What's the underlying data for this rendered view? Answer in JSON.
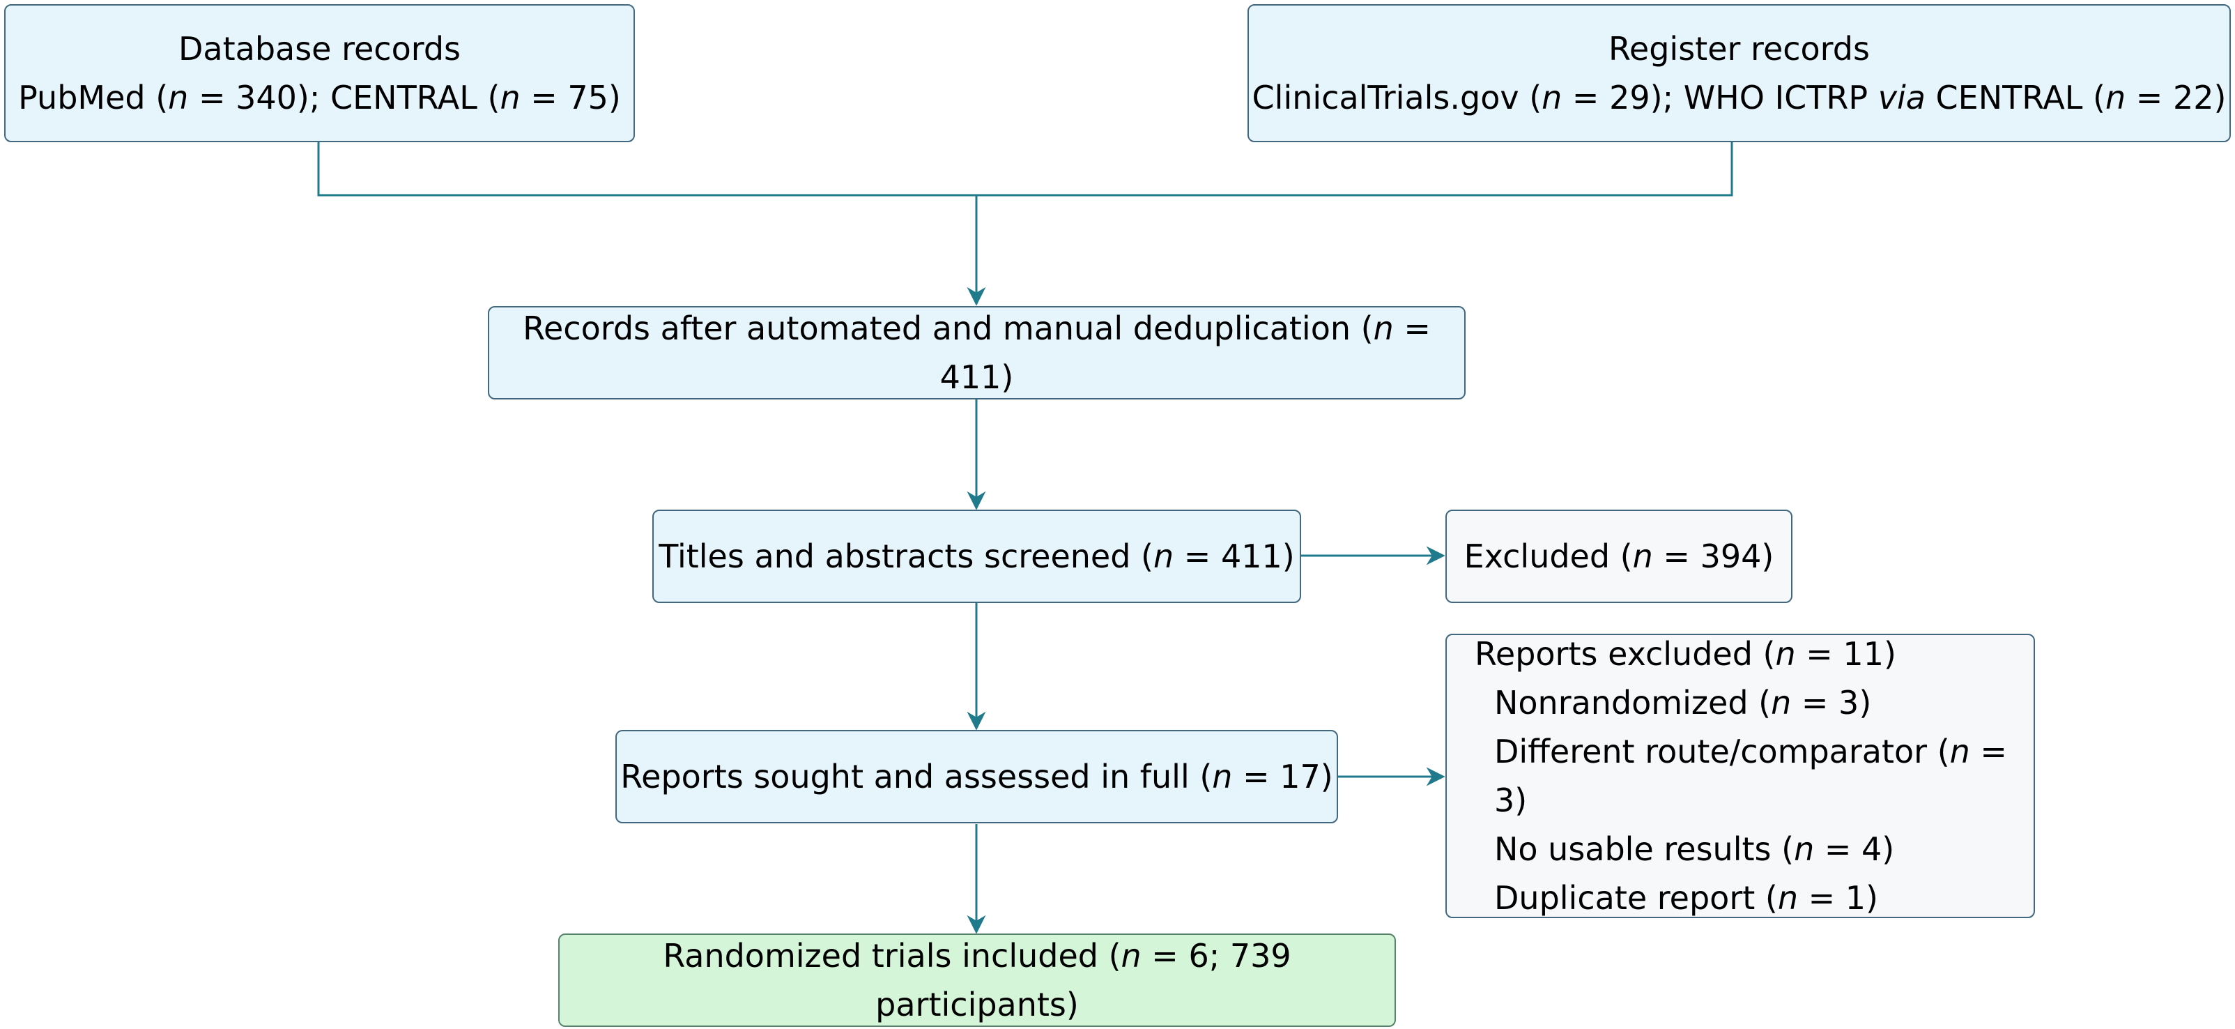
{
  "database": {
    "title": "Database records",
    "line": [
      {
        "t": "PubMed (",
        "i": false
      },
      {
        "t": "n",
        "i": true
      },
      {
        "t": " = 340); CENTRAL (",
        "i": false
      },
      {
        "t": "n",
        "i": true
      },
      {
        "t": " = 75)",
        "i": false
      }
    ]
  },
  "register": {
    "title": "Register records",
    "line": [
      {
        "t": "ClinicalTrials.gov (",
        "i": false
      },
      {
        "t": "n",
        "i": true
      },
      {
        "t": " = 29); WHO ICTRP ",
        "i": false
      },
      {
        "t": "via",
        "i": true
      },
      {
        "t": " CENTRAL (",
        "i": false
      },
      {
        "t": "n",
        "i": true
      },
      {
        "t": " = 22)",
        "i": false
      }
    ]
  },
  "dedup": {
    "line": [
      {
        "t": "Records after automated and manual deduplication (",
        "i": false
      },
      {
        "t": "n",
        "i": true
      },
      {
        "t": " = 411)",
        "i": false
      }
    ]
  },
  "screened": {
    "line": [
      {
        "t": "Titles and abstracts screened (",
        "i": false
      },
      {
        "t": "n",
        "i": true
      },
      {
        "t": " = 411)",
        "i": false
      }
    ]
  },
  "excluded": {
    "line": [
      {
        "t": "Excluded (",
        "i": false
      },
      {
        "t": "n",
        "i": true
      },
      {
        "t": " = 394)",
        "i": false
      }
    ]
  },
  "fulltext": {
    "line": [
      {
        "t": "Reports sought and assessed in full (",
        "i": false
      },
      {
        "t": "n",
        "i": true
      },
      {
        "t": " = 17)",
        "i": false
      }
    ]
  },
  "reports_excluded": {
    "heading": [
      {
        "t": "Reports excluded (",
        "i": false
      },
      {
        "t": "n",
        "i": true
      },
      {
        "t": " = 11)",
        "i": false
      }
    ],
    "reasons": [
      [
        {
          "t": "Nonrandomized (",
          "i": false
        },
        {
          "t": "n",
          "i": true
        },
        {
          "t": " = 3)",
          "i": false
        }
      ],
      [
        {
          "t": "Different route/comparator (",
          "i": false
        },
        {
          "t": "n",
          "i": true
        },
        {
          "t": " = 3)",
          "i": false
        }
      ],
      [
        {
          "t": "No usable results (",
          "i": false
        },
        {
          "t": "n",
          "i": true
        },
        {
          "t": " = 4)",
          "i": false
        }
      ],
      [
        {
          "t": "Duplicate report (",
          "i": false
        },
        {
          "t": "n",
          "i": true
        },
        {
          "t": " = 1)",
          "i": false
        }
      ]
    ]
  },
  "included": {
    "line": [
      {
        "t": "Randomized trials included (",
        "i": false
      },
      {
        "t": "n",
        "i": true
      },
      {
        "t": " = 6; 739 participants)",
        "i": false
      }
    ]
  },
  "colors": {
    "connector": "#1f7a8c",
    "box_border": "#41687f",
    "box_fill": "#e6f4fc",
    "grey_fill": "#f6f8fa",
    "included_fill": "#d4f5d7"
  }
}
